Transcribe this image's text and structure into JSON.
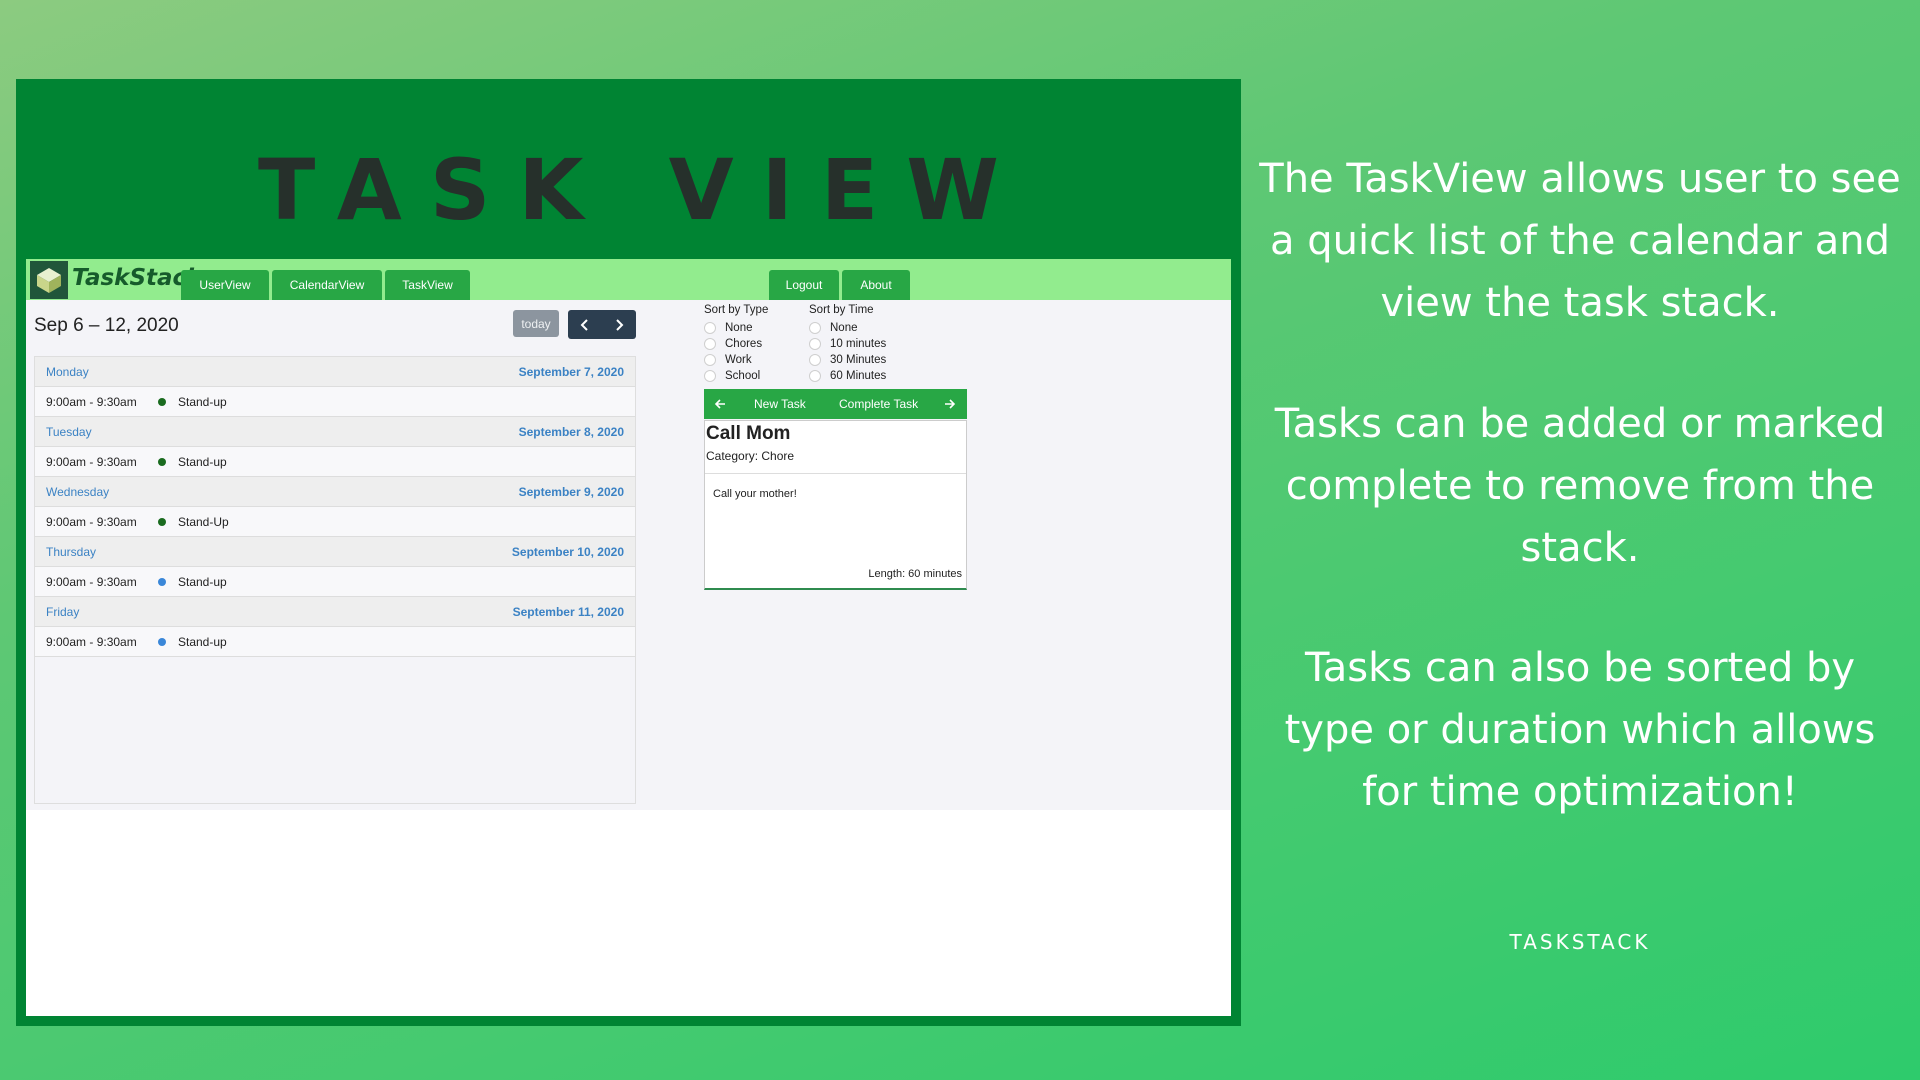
{
  "page_title": "TASK VIEW",
  "app": {
    "brand": "TaskStack",
    "nav_tabs": [
      {
        "label": "UserView"
      },
      {
        "label": "CalendarView"
      },
      {
        "label": "TaskView"
      }
    ],
    "right_buttons": [
      {
        "label": "Logout"
      },
      {
        "label": "About"
      }
    ]
  },
  "calendar": {
    "range_title": "Sep 6 – 12, 2020",
    "today_label": "today",
    "prev_icon": "chevron-left-icon",
    "next_icon": "chevron-right-icon",
    "days": [
      {
        "day": "Monday",
        "date": "September 7, 2020",
        "event": {
          "time": "9:00am - 9:30am",
          "title": "Stand-up",
          "color": "#1a6b1f"
        }
      },
      {
        "day": "Tuesday",
        "date": "September 8, 2020",
        "event": {
          "time": "9:00am - 9:30am",
          "title": "Stand-up",
          "color": "#1a6b1f"
        }
      },
      {
        "day": "Wednesday",
        "date": "September 9, 2020",
        "event": {
          "time": "9:00am - 9:30am",
          "title": "Stand-Up",
          "color": "#1a6b1f"
        }
      },
      {
        "day": "Thursday",
        "date": "September 10, 2020",
        "event": {
          "time": "9:00am - 9:30am",
          "title": "Stand-up",
          "color": "#3a87d8"
        }
      },
      {
        "day": "Friday",
        "date": "September 11, 2020",
        "event": {
          "time": "9:00am - 9:30am",
          "title": "Stand-up",
          "color": "#3a87d8"
        }
      }
    ]
  },
  "sort_by_type": {
    "label": "Sort by Type",
    "options": [
      "None",
      "Chores",
      "Work",
      "School"
    ]
  },
  "sort_by_time": {
    "label": "Sort by Time",
    "options": [
      "None",
      "10 minutes",
      "30 Minutes",
      "60 Minutes"
    ]
  },
  "task_controls": {
    "prev_icon": "arrow-left-icon",
    "new_task_label": "New Task",
    "complete_task_label": "Complete Task",
    "next_icon": "arrow-right-icon"
  },
  "task": {
    "title": "Call Mom",
    "category": "Category: Chore",
    "description": "Call your mother!",
    "length": "Length: 60 minutes"
  },
  "side_text": {
    "paragraph_1": [
      "The TaskView allows user to see",
      "a quick list of the calendar and",
      "view the task stack."
    ],
    "paragraph_2": [
      "Tasks can be added or marked",
      "complete to remove from the",
      "stack."
    ],
    "paragraph_3": [
      "Tasks can also be sorted by",
      "type or duration which allows",
      "for time optimization!"
    ],
    "footer": "TASKSTACK"
  },
  "colors": {
    "accent_green": "#28a745",
    "frame_green": "#008433",
    "navbar_green": "#92ec8e",
    "link_blue": "#3b82c4"
  }
}
